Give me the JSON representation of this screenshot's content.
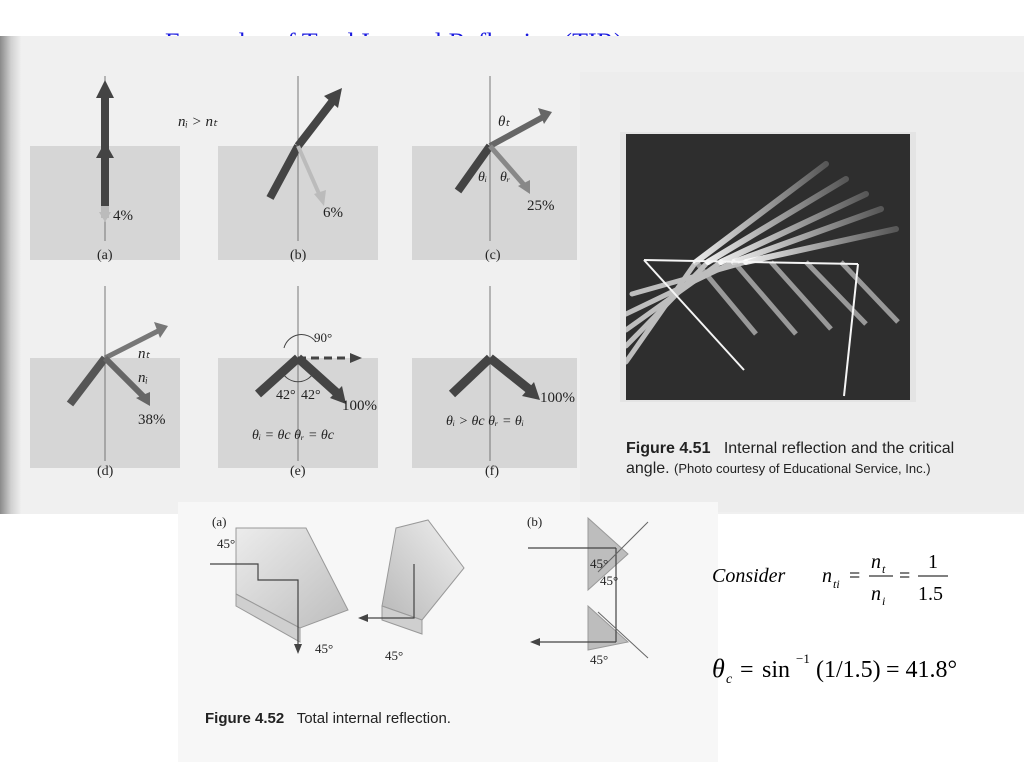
{
  "title": "Examples of Total Internal Reflection (TIR)",
  "fig450": {
    "panels": [
      {
        "letter": "(a)",
        "pct": "4%"
      },
      {
        "letter": "(b)",
        "pct": "6%"
      },
      {
        "letter": "(c)",
        "pct": "25%"
      },
      {
        "letter": "(d)",
        "pct": "38%"
      },
      {
        "letter": "(e)",
        "pct": "100%"
      },
      {
        "letter": "(f)",
        "pct": "100%"
      }
    ],
    "ni_gt_nt": "nᵢ > nₜ",
    "theta_t": "θₜ",
    "theta_i": "θᵢ",
    "theta_r": "θᵣ",
    "n_t": "nₜ",
    "n_i": "nᵢ",
    "angle_90": "90°",
    "angle_42a": "42°",
    "angle_42b": "42°",
    "cond_e": "θᵢ = θc  θᵣ = θc",
    "cond_f": "θᵢ > θc  θᵣ = θᵢ"
  },
  "fig451": {
    "number": "Figure 4.51",
    "text": "Internal reflection and the critical",
    "text2": "angle.",
    "credit": "(Photo courtesy of Educational Service, Inc.)"
  },
  "fig452": {
    "number": "Figure 4.52",
    "text": "Total internal reflection.",
    "label_a": "(a)",
    "label_b": "(b)",
    "angle": "45°"
  },
  "equations": {
    "consider": "Consider",
    "n_ti": "n",
    "n_ti_sub": "ti",
    "num": "n",
    "num_sub": "t",
    "den": "n",
    "den_sub": "i",
    "one": "1",
    "onepointfive": "1.5",
    "theta": "θ",
    "theta_sub": "c",
    "sin_inv": "sin",
    "exp": "−1",
    "arg": "(1/1.5)",
    "result": "= 41.8°"
  }
}
